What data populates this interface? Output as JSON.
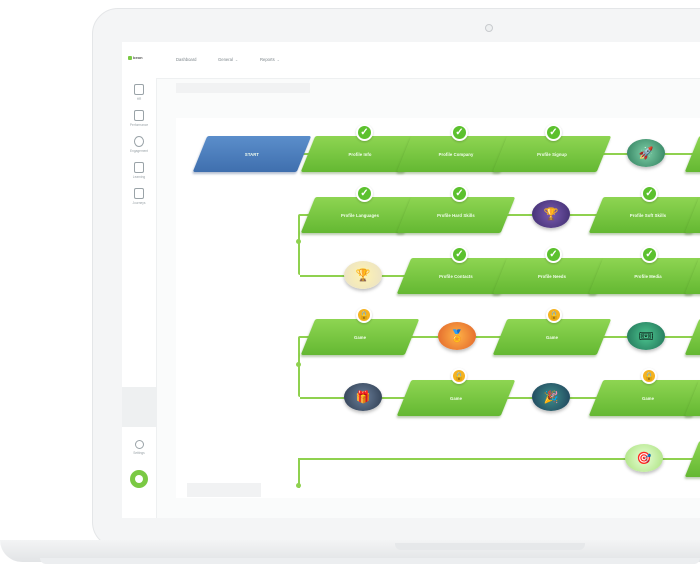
{
  "app": {
    "logo_text": "beon"
  },
  "topbar": {
    "tabs": [
      {
        "label": "Dashboard",
        "chevron": ""
      },
      {
        "label": "General",
        "chevron": "⌄"
      },
      {
        "label": "Reports",
        "chevron": "⌄"
      }
    ]
  },
  "sidebar": {
    "items": [
      {
        "label": "HR",
        "icon": "document-icon"
      },
      {
        "label": "Performance",
        "icon": "chart-icon"
      },
      {
        "label": "Engagement",
        "icon": "people-icon"
      },
      {
        "label": "Learning",
        "icon": "book-icon"
      },
      {
        "label": "Journeys",
        "icon": "briefcase-icon"
      }
    ],
    "settings_label": "Settings"
  },
  "flow": {
    "start_label": "START",
    "rows": [
      {
        "steps": [
          "Profile Info",
          "Profile Company",
          "Profile Signup"
        ]
      },
      {
        "steps": [
          "Profile Languages",
          "Profile Hard Skills",
          "Profile Soft Skills"
        ]
      },
      {
        "steps": [
          "Profile Contacts",
          "Profile Needs",
          "Profile Media"
        ]
      },
      {
        "steps": [
          "Game",
          "Game"
        ]
      },
      {
        "steps": [
          "Game",
          "Game"
        ]
      }
    ],
    "colors": {
      "step": "#72c23f",
      "start": "#4a7dbf",
      "connector": "#8fd14f",
      "check": "#5cc12e",
      "lock": "#f5b220"
    }
  }
}
